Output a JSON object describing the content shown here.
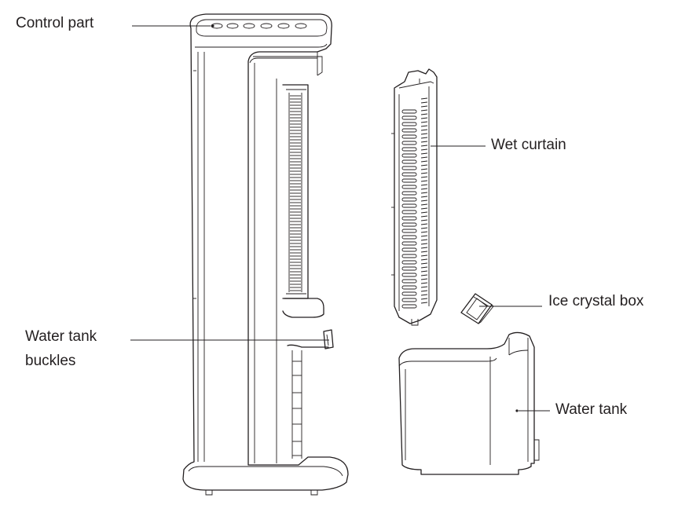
{
  "labels": {
    "control_part": "Control part",
    "water_tank_buckles_line1": "Water tank",
    "water_tank_buckles_line2": "buckles",
    "wet_curtain": "Wet curtain",
    "ice_crystal_box": "Ice crystal box",
    "water_tank": "Water tank"
  }
}
